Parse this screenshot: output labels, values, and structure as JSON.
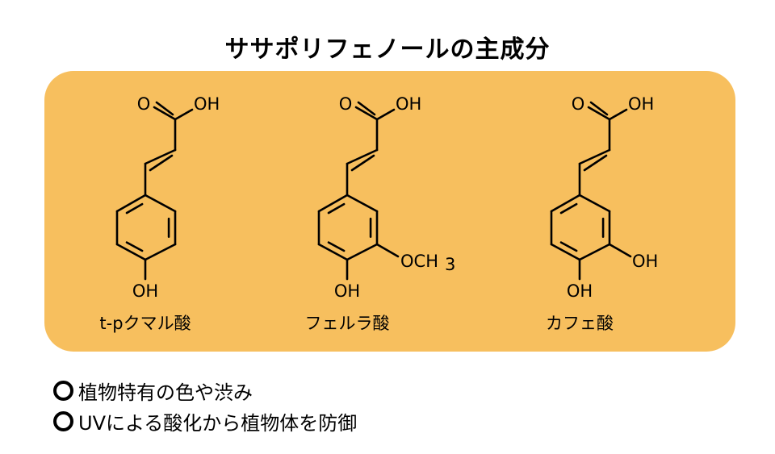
{
  "title": "ササポリフェノールの主成分",
  "colors": {
    "panel": "#F7BF5E",
    "ink": "#000000"
  },
  "molecules": [
    {
      "name": "t-pクマル酸",
      "o": "O",
      "oh": "OH",
      "para_oh": "OH"
    },
    {
      "name": "フェルラ酸",
      "o": "O",
      "oh": "OH",
      "para_oh": "OH",
      "meta_sub": "OCH",
      "meta_sub_sub": "3"
    },
    {
      "name": "カフェ酸",
      "o": "O",
      "oh": "OH",
      "para_oh": "OH",
      "meta_sub": "OH"
    }
  ],
  "bullets": [
    {
      "icon": "circle-bullet-icon",
      "text": "植物特有の色や渋み"
    },
    {
      "icon": "circle-bullet-icon",
      "text": "UVによる酸化から植物体を防御"
    }
  ]
}
